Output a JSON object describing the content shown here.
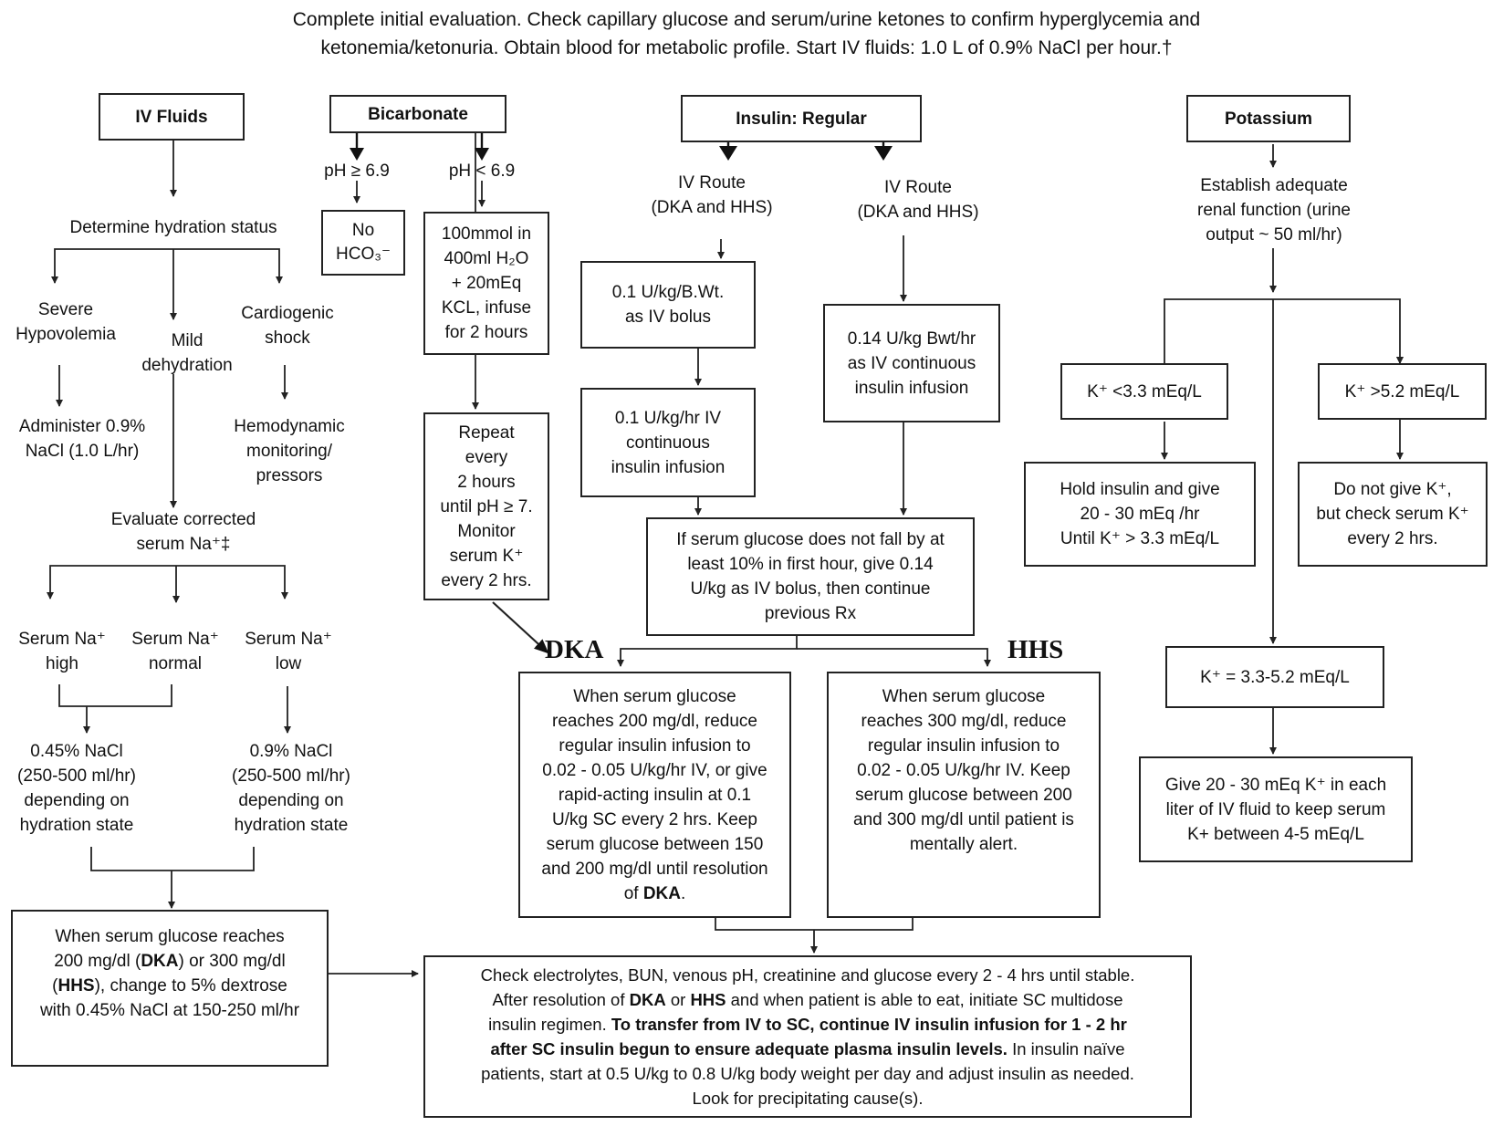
{
  "intro": {
    "line1": "Complete initial evaluation. Check capillary glucose and serum/urine ketones to confirm hyperglycemia and",
    "line2": "ketonemia/ketonuria. Obtain blood for metabolic profile. Start IV fluids: 1.0 L of 0.9% NaCl per hour.†"
  },
  "fluids": {
    "header": "IV Fluids",
    "determine": "Determine hydration status",
    "severe": [
      "Severe",
      "Hypovolemia"
    ],
    "mild": [
      "Mild",
      "dehydration"
    ],
    "cardio": [
      "Cardiogenic",
      "shock"
    ],
    "administer": [
      "Administer 0.9%",
      "NaCl (1.0 L/hr)"
    ],
    "hemo": [
      "Hemodynamic",
      "monitoring/",
      "pressors"
    ],
    "evaluate": [
      "Evaluate corrected",
      "serum Na⁺‡"
    ],
    "na_high": [
      "Serum Na⁺",
      "high"
    ],
    "na_normal": [
      "Serum Na⁺",
      "normal"
    ],
    "na_low": [
      "Serum Na⁺",
      "low"
    ],
    "half_nacl": [
      "0.45% NaCl",
      "(250-500 ml/hr)",
      "depending on",
      "hydration state"
    ],
    "full_nacl": [
      "0.9% NaCl",
      "(250-500 ml/hr)",
      "depending on",
      "hydration state"
    ],
    "dextrose": {
      "l1a": "When serum glucose  reaches",
      "l2a": "200 mg/dl (",
      "l2b": "DKA",
      "l2c": ") or 300 mg/dl",
      "l3a": "(",
      "l3b": "HHS",
      "l3c": "), change to 5% dextrose",
      "l4a": "with 0.45% NaCl at 150-250 ml/hr"
    }
  },
  "bicarb": {
    "header": "Bicarbonate",
    "ph_high": "pH ≥ 6.9",
    "ph_low": "pH < 6.9",
    "no_hco3": [
      "No",
      "HCO₃⁻"
    ],
    "dose": [
      "100mmol in",
      "400ml H₂O",
      "+ 20mEq",
      "KCL, infuse",
      "for 2 hours"
    ],
    "repeat": [
      "Repeat",
      "every",
      "2 hours",
      "until pH ≥ 7.",
      "Monitor",
      "serum K⁺",
      "every 2 hrs."
    ]
  },
  "insulin": {
    "header": "Insulin: Regular",
    "route_left": [
      "IV Route",
      "(DKA and HHS)"
    ],
    "route_right": [
      "IV Route",
      "(DKA and HHS)"
    ],
    "bolus": [
      "0.1 U/kg/B.Wt.",
      "as IV bolus"
    ],
    "continuous": [
      "0.1 U/kg/hr IV",
      "continuous",
      "insulin infusion"
    ],
    "cont_014": [
      "0.14 U/kg Bwt/hr",
      "as IV continuous",
      "insulin infusion"
    ],
    "if_glucose": [
      "If serum glucose does not fall by at",
      "least 10% in first hour, give 0.14",
      "U/kg as IV  bolus, then continue",
      "previous Rx"
    ],
    "dka_label": "DKA",
    "hhs_label": "HHS",
    "dka_box": {
      "lines": [
        "When serum glucose",
        "reaches 200 mg/dl, reduce",
        "regular insulin infusion to",
        "0.02 - 0.05 U/kg/hr IV, or give",
        "rapid-acting insulin at 0.1",
        "U/kg SC every 2 hrs. Keep",
        "serum glucose between 150",
        "and 200 mg/dl until resolution"
      ],
      "last_a": "of  ",
      "last_b": "DKA",
      "last_c": "."
    },
    "hhs_box": [
      "When serum glucose",
      "reaches 300 mg/dl, reduce",
      "regular insulin infusion to",
      "0.02 - 0.05 U/kg/hr IV.  Keep",
      "serum glucose between 200",
      "and 300 mg/dl until patient is",
      "mentally alert."
    ]
  },
  "potassium": {
    "header": "Potassium",
    "establish": [
      "Establish adequate",
      "renal function (urine",
      "output ~ 50 ml/hr)"
    ],
    "low": "K⁺ <3.3 mEq/L",
    "high": "K⁺ >5.2 mEq/L",
    "hold": [
      "Hold insulin and give",
      "20 - 30 mEq /hr",
      "Until K⁺ > 3.3 mEq/L"
    ],
    "dont": [
      "Do not give K⁺,",
      "but check serum K⁺",
      "every 2 hrs."
    ],
    "mid": "K⁺ = 3.3-5.2 mEq/L",
    "give": [
      "Give 20 - 30 mEq K⁺ in each",
      "liter of IV  fluid to keep serum",
      "K+ between 4-5 mEq/L"
    ]
  },
  "final": {
    "l1": "Check electrolytes, BUN, venous pH, creatinine and glucose every 2 - 4 hrs until stable.",
    "l2a": "After resolution of ",
    "l2b": "DKA",
    "l2c": " or ",
    "l2d": "HHS",
    "l2e": " and when patient is able to eat, initiate SC multidose",
    "l3a": "insulin regimen. ",
    "l3b": "To transfer from IV to SC, continue IV insulin infusion for 1 - 2 hr",
    "l4a": "after SC insulin begun to ensure adequate plasma insulin levels.",
    "l4b": "  In insulin naïve",
    "l5": "patients, start at 0.5 U/kg to 0.8 U/kg body weight per day and adjust insulin as needed.",
    "l6": "Look for precipitating cause(s)."
  }
}
